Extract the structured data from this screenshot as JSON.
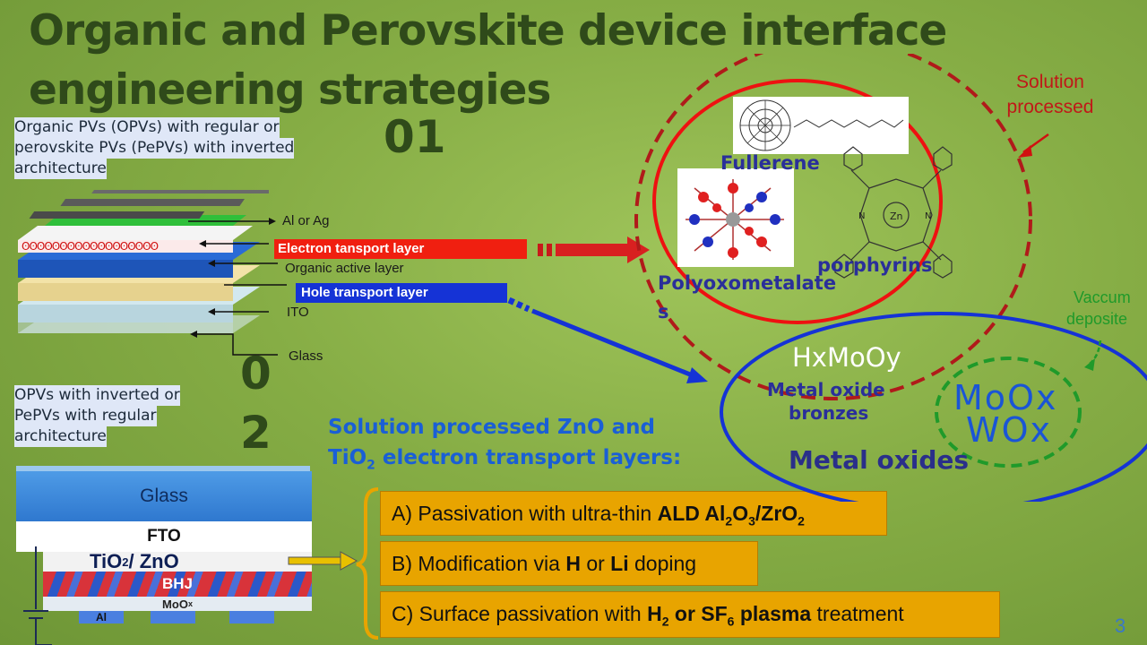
{
  "title": "Organic and Perovskite device interface engineering strategies",
  "section1": {
    "number": "01",
    "label_lines": [
      "Organic PVs (OPVs) with regular or",
      "perovskite PVs (PePVs) with inverted",
      "architecture"
    ],
    "layers": {
      "al_ag": "Al or Ag",
      "etl": "Electron tansport layer",
      "active": "Organic active layer",
      "htl": "Hole transport layer",
      "ito": "ITO",
      "glass": "Glass"
    }
  },
  "section2": {
    "number_top": "0",
    "number_bottom": "2",
    "label_lines": [
      "OPVs with inverted or",
      "PePVs with regular",
      "architecture"
    ],
    "cell": {
      "glass": "Glass",
      "fto": "FTO",
      "tio2": "TiO",
      "tio2_sub": "2",
      "tio2_rest": " / ZnO",
      "bhj": "BHJ",
      "moo": "MoO",
      "moo_sub": "x",
      "al": "Al"
    }
  },
  "solution": {
    "line1": "Solution processed ZnO and",
    "line2_pre": "TiO",
    "line2_sub": "2",
    "line2_post": " electron transport layers:",
    "items": [
      {
        "pre": "A) Passivation with ultra-thin ",
        "bold": "ALD Al",
        "sub1": "2",
        "bold2": "O",
        "sub2": "3",
        "bold3": "/ZrO",
        "sub3": "2"
      },
      {
        "pre": "B) Modification via ",
        "b1": "H",
        "mid": " or ",
        "b2": "Li",
        "post": " doping"
      },
      {
        "pre": "C) Surface passivation with ",
        "b1": "H",
        "sub1": "2",
        "b2": " or SF",
        "sub2": "6",
        "b3": " plasma",
        "post": " treatment"
      }
    ]
  },
  "right": {
    "solution_processed": [
      "Solution",
      "processed"
    ],
    "vacuum": [
      "Vaccum",
      "deposite"
    ],
    "fullerene": "Fullerene",
    "porphyrins": "porphyrins",
    "polyoxo": [
      "Polyoxometalate",
      "s"
    ],
    "hxmooy": "HxMoOy",
    "bronzes": [
      "Metal oxide",
      "bronzes"
    ],
    "moox": "MoOx",
    "wox": "WOx",
    "metal_oxides": "Metal oxides",
    "zn": "Zn",
    "n": "N"
  },
  "page_number": "3",
  "colors": {
    "title": "#2f4a1a",
    "red": "#f01f10",
    "blue": "#1533d6",
    "orange": "#e8a400",
    "dark_red": "#b01a1a",
    "green_dash": "#1f9a2a"
  }
}
